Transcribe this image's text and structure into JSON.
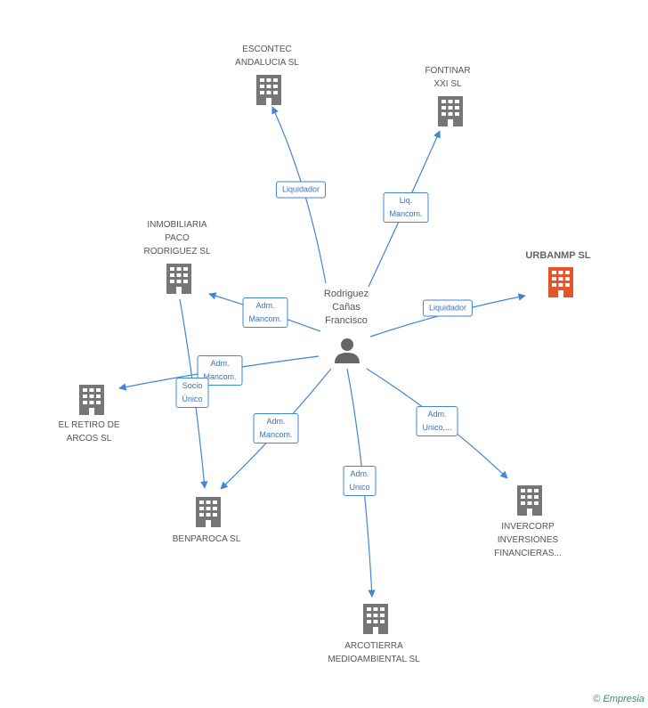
{
  "colors": {
    "edge": "#3f86d6",
    "building": "#767676",
    "focus": "#e8542a",
    "person": "#666666"
  },
  "person": {
    "name": "Rodriguez\nCañas\nFrancisco",
    "icon": "person-icon"
  },
  "companies": [
    {
      "id": "escontec",
      "name": "ESCONTEC\nANDALUCIA  SL",
      "icon": "building-icon"
    },
    {
      "id": "fontinar",
      "name": "FONTINAR\nXXI SL",
      "icon": "building-icon"
    },
    {
      "id": "inmobiliaria",
      "name": "INMOBILIARIA\nPACO\nRODRIGUEZ SL",
      "icon": "building-icon"
    },
    {
      "id": "urbanmp",
      "name": "URBANMP SL",
      "icon": "building-icon",
      "focus": true
    },
    {
      "id": "elretiro",
      "name": "EL RETIRO DE\nARCOS SL",
      "icon": "building-icon"
    },
    {
      "id": "benparoca",
      "name": "BENPAROCA SL",
      "icon": "building-icon"
    },
    {
      "id": "invercorp",
      "name": "INVERCORP\nINVERSIONES\nFINANCIERAS...",
      "icon": "building-icon"
    },
    {
      "id": "arcotierra",
      "name": "ARCOTIERRA\nMEDIOAMBIENTAL SL",
      "icon": "building-icon"
    }
  ],
  "relations": [
    {
      "from": "person",
      "to": "escontec",
      "label": "Liquidador"
    },
    {
      "from": "person",
      "to": "fontinar",
      "label": "Liq.\nMancom."
    },
    {
      "from": "person",
      "to": "inmobiliaria",
      "label": "Adm.\nMancom."
    },
    {
      "from": "person",
      "to": "urbanmp",
      "label": "Liquidador"
    },
    {
      "from": "person",
      "to": "elretiro",
      "label": "Adm.\nMancom."
    },
    {
      "from": "inmobiliaria",
      "to": "benparoca",
      "label": "Socio\nÚnico"
    },
    {
      "from": "person",
      "to": "benparoca",
      "label": "Adm.\nMancom."
    },
    {
      "from": "person",
      "to": "arcotierra",
      "label": "Adm.\nUnico"
    },
    {
      "from": "person",
      "to": "invercorp",
      "label": "Adm.\nUnico,..."
    }
  ],
  "footer": {
    "copyright": "©",
    "brand": "Empresia"
  }
}
